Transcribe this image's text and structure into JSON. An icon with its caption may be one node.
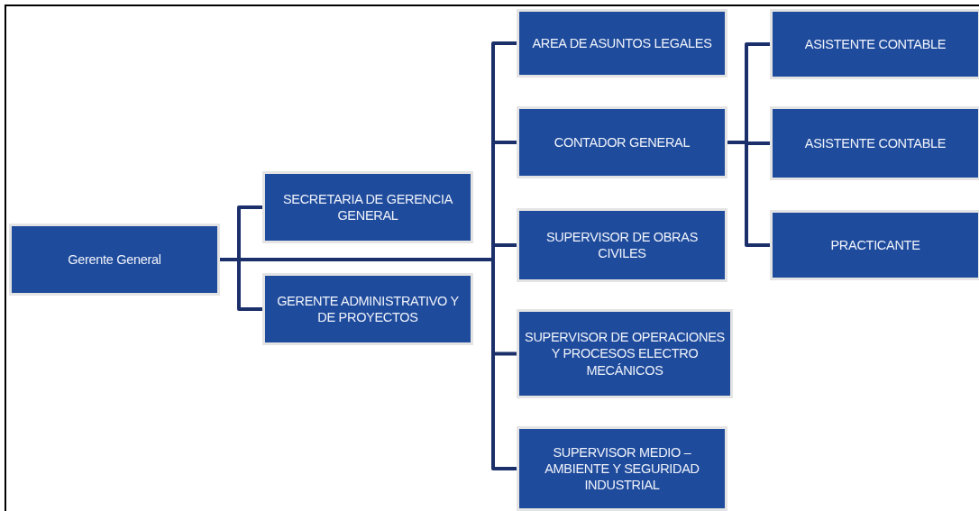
{
  "diagram": {
    "nodes": [
      {
        "text": [
          "Gerente General"
        ]
      },
      {
        "text": [
          "SECRETARIA DE GERENCIA GENERAL"
        ]
      },
      {
        "text": [
          "GERENTE ADMINISTRATIVO Y DE PROYECTOS"
        ]
      },
      {
        "text": [
          "AREA DE ASUNTOS LEGALES"
        ]
      },
      {
        "text": [
          "CONTADOR GENERAL"
        ]
      },
      {
        "text": [
          "SUPERVISOR DE OBRAS CIVILES"
        ]
      },
      {
        "text": [
          "SUPERVISOR DE OPERACIONES Y PROCESOS ELECTRO MECÁNICOS"
        ]
      },
      {
        "text": [
          "SUPERVISOR MEDIO – AMBIENTE Y SEGURIDAD INDUSTRIAL"
        ]
      },
      {
        "text": [
          "ASISTENTE CONTABLE"
        ]
      },
      {
        "text": [
          "ASISTENTE CONTABLE"
        ]
      },
      {
        "text": [
          "PRACTICANTE"
        ]
      }
    ],
    "edges": [
      {
        "from": 0,
        "to": 1,
        "arrow": "none"
      },
      {
        "from": 0,
        "to": 2,
        "arrow": "none"
      },
      {
        "from": 0,
        "to": 3,
        "arrow": "none"
      },
      {
        "from": 0,
        "to": 4,
        "arrow": "none"
      },
      {
        "from": 0,
        "to": 5,
        "arrow": "none"
      },
      {
        "from": 0,
        "to": 6,
        "arrow": "none"
      },
      {
        "from": 0,
        "to": 7,
        "arrow": "none"
      },
      {
        "from": 4,
        "to": 8,
        "arrow": "none"
      },
      {
        "from": 4,
        "to": 9,
        "arrow": "none"
      },
      {
        "from": 4,
        "to": 10,
        "arrow": "none"
      }
    ]
  }
}
